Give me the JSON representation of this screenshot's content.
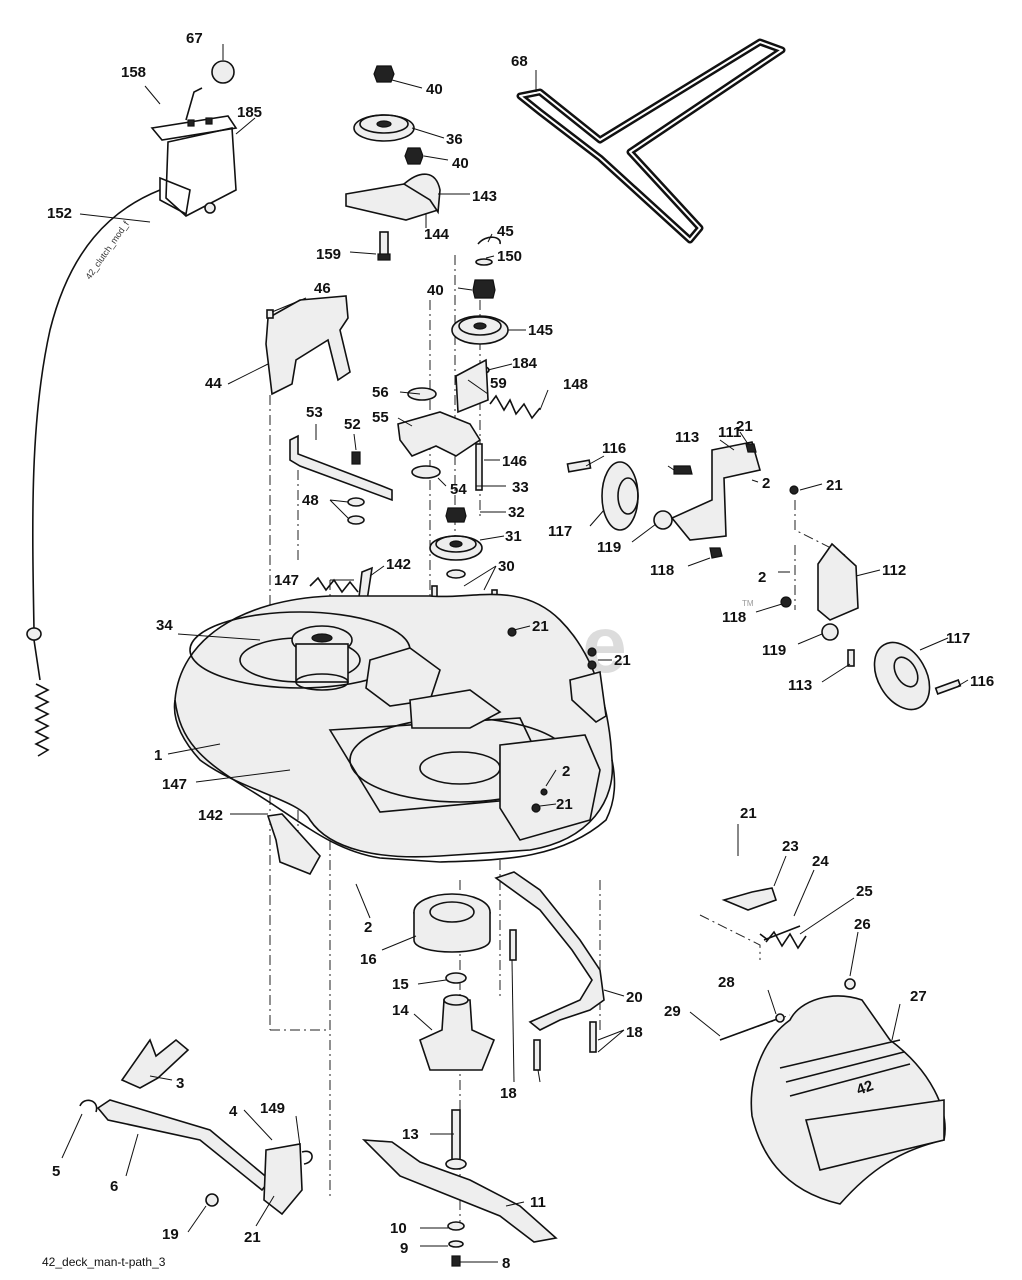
{
  "watermark": "PartsTree",
  "watermark_tm": "TM",
  "cable_text": "42_clutch_mod_f",
  "caption": "42_deck_man-t-path_3",
  "callouts": {
    "c67": "67",
    "c158": "158",
    "c185": "185",
    "c152": "152",
    "c40a": "40",
    "c36": "36",
    "c40b": "40",
    "c143": "143",
    "c144": "144",
    "c159": "159",
    "c45": "45",
    "c150": "150",
    "c40c": "40",
    "c145": "145",
    "c184": "184",
    "c59": "59",
    "c148": "148",
    "c46": "46",
    "c44": "44",
    "c56": "56",
    "c55": "55",
    "c53": "53",
    "c52": "52",
    "c146": "146",
    "c54": "54",
    "c33": "33",
    "c48": "48",
    "c32": "32",
    "c31": "31",
    "c30": "30",
    "c147a": "147",
    "c142a": "142",
    "c34": "34",
    "c21a": "21",
    "c21b": "21",
    "c1": "1",
    "c147b": "147",
    "c142b": "142",
    "c2a": "2",
    "c21c": "21",
    "c68": "68",
    "c116a": "116",
    "c113a": "113",
    "c111": "111",
    "c21d": "21",
    "c2b": "2",
    "c21e": "21",
    "c117a": "117",
    "c119a": "119",
    "c118a": "118",
    "c2c": "2",
    "c112": "112",
    "c118b": "118",
    "c119b": "119",
    "c117b": "117",
    "c113b": "113",
    "c116b": "116",
    "c21f": "21",
    "c23": "23",
    "c24": "24",
    "c25": "25",
    "c26": "26",
    "c28": "28",
    "c27": "27",
    "c29": "29",
    "c2d": "2",
    "c16": "16",
    "c15": "15",
    "c14": "14",
    "c20": "20",
    "c18a": "18",
    "c18b": "18",
    "c3": "3",
    "c5": "5",
    "c6": "6",
    "c4": "4",
    "c149": "149",
    "c19": "19",
    "c21g": "21",
    "c13": "13",
    "c11": "11",
    "c10": "10",
    "c9": "9",
    "c8": "8"
  }
}
